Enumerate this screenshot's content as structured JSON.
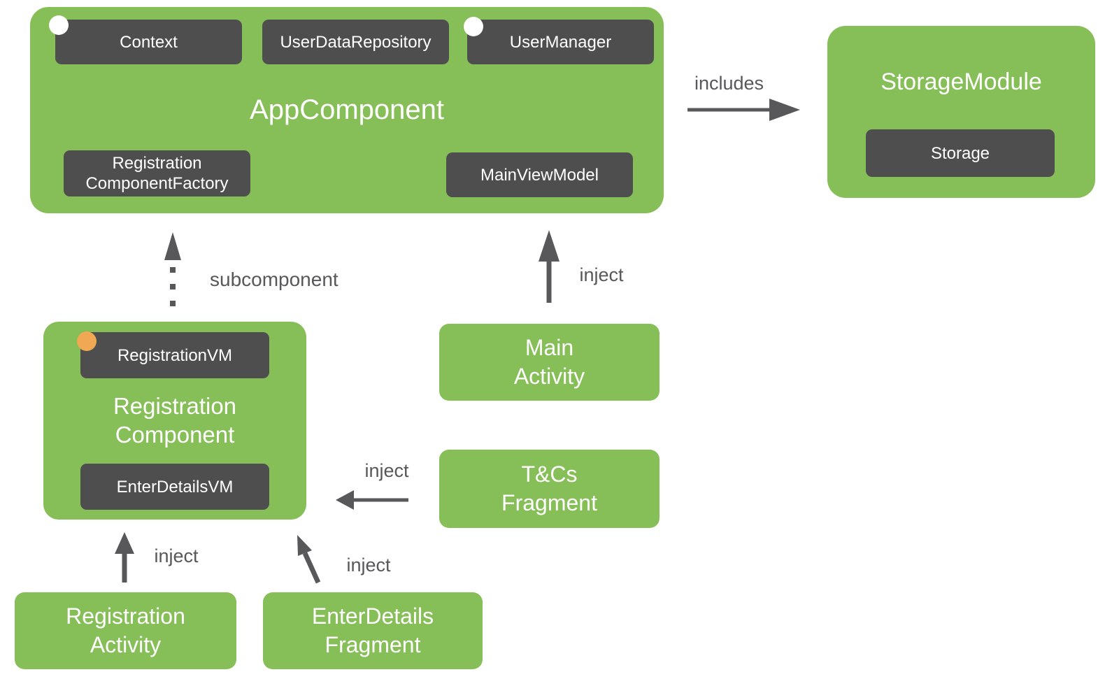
{
  "colors": {
    "green": "#86BE57",
    "dark": "#4F4E4E",
    "arrow": "#58585A",
    "label": "#58585A",
    "white_dot": "#FFFFFF",
    "orange_dot": "#F0A854",
    "text_on_fill": "#FFFFFF",
    "bg": "#FFFFFF"
  },
  "app_component": {
    "title": "AppComponent",
    "context": "Context",
    "user_data_repository": "UserDataRepository",
    "user_manager": "UserManager",
    "registration_component_factory": "Registration\nComponentFactory",
    "main_view_model": "MainViewModel"
  },
  "storage_module": {
    "title": "StorageModule",
    "storage": "Storage"
  },
  "registration_component": {
    "title": "Registration\nComponent",
    "registration_vm": "RegistrationVM",
    "enter_details_vm": "EnterDetailsVM"
  },
  "main_activity": {
    "label": "Main\nActivity"
  },
  "tcs_fragment": {
    "label": "T&Cs\nFragment"
  },
  "registration_activity": {
    "label": "Registration\nActivity"
  },
  "enter_details_fragment": {
    "label": "EnterDetails\nFragment"
  },
  "edges": {
    "includes": "includes",
    "subcomponent": "subcomponent",
    "inject_main_activity": "inject",
    "inject_tcs_fragment": "inject",
    "inject_registration_activity": "inject",
    "inject_enter_details_fragment": "inject"
  }
}
